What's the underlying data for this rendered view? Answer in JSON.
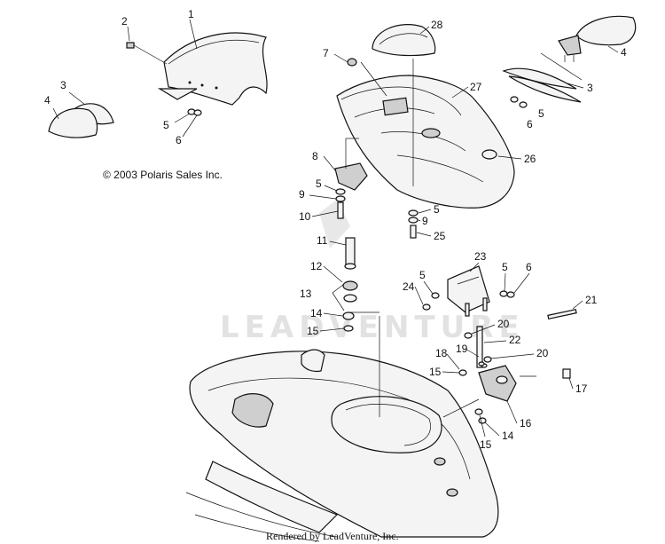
{
  "copyright": "© 2003 Polaris Sales Inc.",
  "watermark": "LEADVENTURE",
  "footer": "Rendered by LeadVenture, Inc.",
  "callouts": {
    "c1": "1",
    "c2": "2",
    "c3a": "3",
    "c4a": "4",
    "c5a": "5",
    "c6a": "6",
    "c7": "7",
    "c28": "28",
    "c27": "27",
    "c26": "26",
    "c4b": "4",
    "c3b": "3",
    "c5b": "5",
    "c6b": "6",
    "c8": "8",
    "c5c": "5",
    "c9a": "9",
    "c10": "10",
    "c5d": "5",
    "c9b": "9",
    "c25": "25",
    "c11": "11",
    "c12": "12",
    "c13": "13",
    "c14a": "14",
    "c15a": "15",
    "c23": "23",
    "c5e": "5",
    "c24": "24",
    "c5f": "5",
    "c6c": "6",
    "c21": "21",
    "c20a": "20",
    "c19": "19",
    "c22": "22",
    "c20b": "20",
    "c18": "18",
    "c15b": "15",
    "c17": "17",
    "c16": "16",
    "c14b": "14",
    "c15c": "15"
  }
}
